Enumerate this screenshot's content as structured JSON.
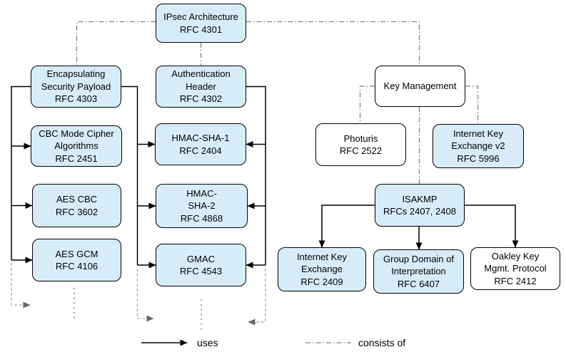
{
  "colors": {
    "node_fill_blue": "#d6edf9",
    "node_fill_white": "#ffffff",
    "node_border": "#000000",
    "uses_line": "#000000",
    "consists_of_line": "#808080",
    "continuation_line": "#a8a8a8",
    "continuation_arrowhead": "#666666",
    "ellipsis_dots": "#999999"
  },
  "nodes": {
    "ipsec": {
      "lines": [
        "IPsec Architecture",
        "RFC 4301"
      ]
    },
    "esp": {
      "lines": [
        "Encapsulating",
        "Security Payload",
        "RFC 4303"
      ]
    },
    "ah": {
      "lines": [
        "Authentication",
        "Header",
        "RFC 4302"
      ]
    },
    "keymgmt": {
      "lines": [
        "Key Management"
      ]
    },
    "cbc_mode": {
      "lines": [
        "CBC Mode Cipher",
        "Algorithms",
        "RFC 2451"
      ]
    },
    "hmac_sha1": {
      "lines": [
        "HMAC-SHA-1",
        "RFC 2404"
      ]
    },
    "photuris": {
      "lines": [
        "Photuris",
        "RFC 2522"
      ]
    },
    "ikev2": {
      "lines": [
        "Internet Key",
        "Exchange v2",
        "RFC 5996"
      ]
    },
    "aes_cbc": {
      "lines": [
        "AES CBC",
        "RFC 3602"
      ]
    },
    "hmac_sha2": {
      "lines": [
        "HMAC-",
        "SHA-2",
        "RFC 4868"
      ]
    },
    "isakmp": {
      "lines": [
        "ISAKMP",
        "RFCs 2407, 2408"
      ]
    },
    "aes_gcm": {
      "lines": [
        "AES GCM",
        "RFC 4106"
      ]
    },
    "gmac": {
      "lines": [
        "GMAC",
        "RFC 4543"
      ]
    },
    "ike": {
      "lines": [
        "Internet Key",
        "Exchange",
        "RFC 2409"
      ]
    },
    "gdoi": {
      "lines": [
        "Group Domain of",
        "Interpretation",
        "RFC 6407"
      ]
    },
    "oakley": {
      "lines": [
        "Oakley Key",
        "Mgmt. Protocol",
        "RFC 2412"
      ]
    }
  },
  "legend": {
    "uses_label": "uses",
    "consists_of_label": "consists of"
  }
}
